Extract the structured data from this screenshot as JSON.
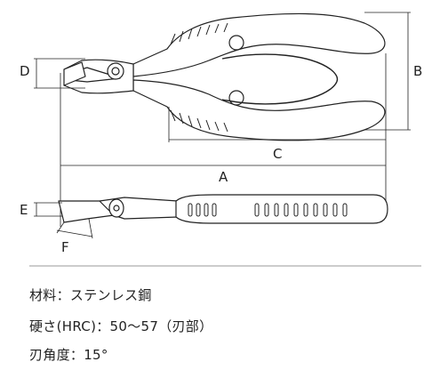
{
  "dimensions": {
    "a": "A",
    "b": "B",
    "c": "C",
    "d": "D",
    "e": "E",
    "f": "F"
  },
  "specs": {
    "material": "材料：ステンレス鋼",
    "hardness": "硬さ(HRC)：50〜57（刃部）",
    "blade_angle": "刃角度：15°"
  }
}
